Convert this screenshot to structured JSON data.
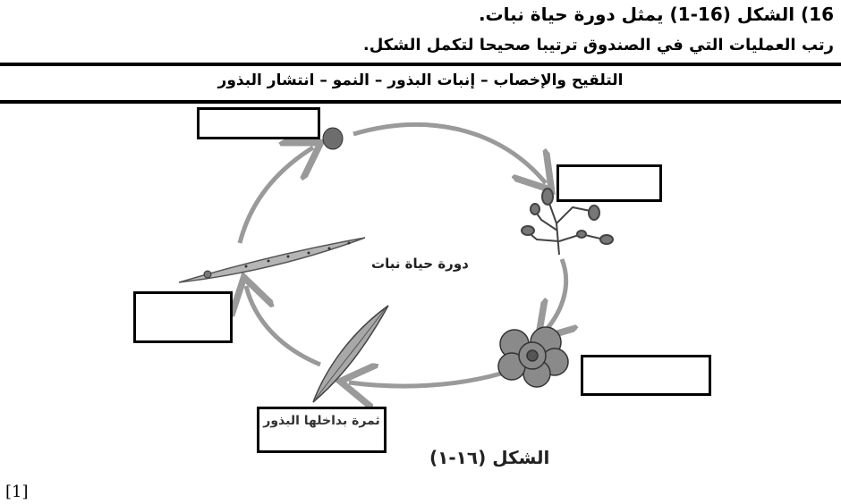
{
  "question": {
    "title": "16) الشكل (16-1) يمثل دورة حياة نبات.",
    "instruction": "رتب العمليات التي في الصندوق ترتيبا صحيحا لتكمل الشكل."
  },
  "word_box": {
    "text": "التلقيح والإخصاب – إنبات البذور – النمو – انتشار البذور"
  },
  "diagram": {
    "center_label": "دورة حياة نبات",
    "fruit_label": "ثمرة بداخلها البذور",
    "caption": "الشكل (١٦-١)",
    "answer_boxes": [
      "",
      "",
      "",
      ""
    ]
  },
  "marks": "[1]"
}
